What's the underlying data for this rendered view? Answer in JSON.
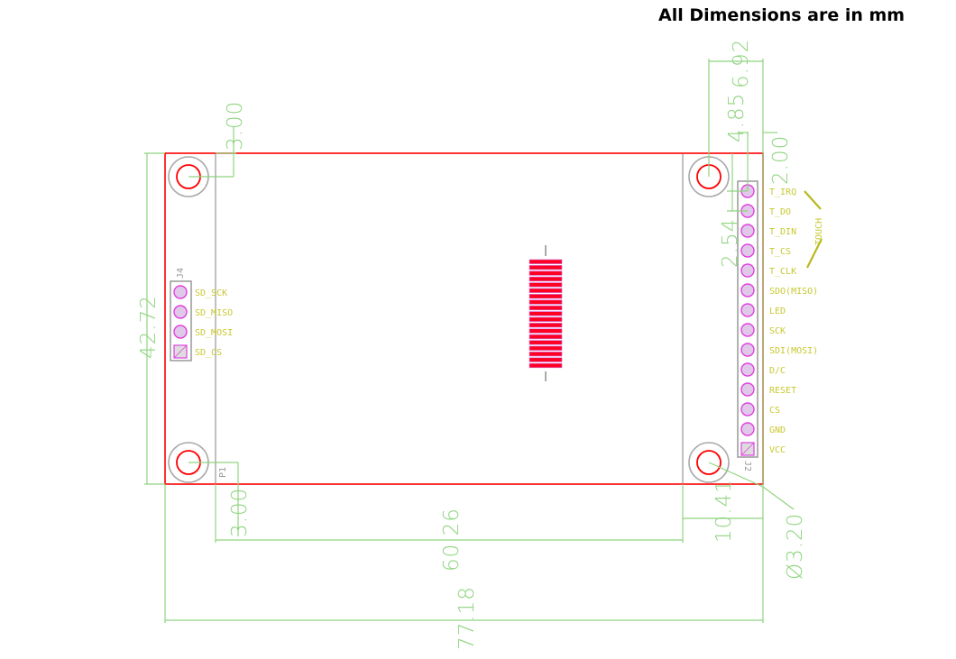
{
  "title": "All Dimensions are in mm",
  "dimensions": {
    "height": "42.72",
    "top_hole_offset": "3.00",
    "bottom_hole_offset": "3.00",
    "display_width": "60.26",
    "right_margin": "10.41",
    "total_width": "77.18",
    "hole_to_edge": "6.92",
    "header_offset": "4.85",
    "header_edge": "2.00",
    "pin_pitch": "2.54",
    "hole_diameter": "Ø3.20"
  },
  "left_header": {
    "ref": "J4",
    "pins": [
      "SD_SCK",
      "SD_MISO",
      "SD_MOSI",
      "SD_CS"
    ]
  },
  "right_header": {
    "ref": "J2",
    "pins": [
      "T_IRQ",
      "T_DO",
      "T_DIN",
      "T_CS",
      "T_CLK",
      "SDO(MISO)",
      "LED",
      "SCK",
      "SDI(MOSI)",
      "D/C",
      "RESET",
      "CS",
      "GND",
      "VCC"
    ]
  },
  "touch_label": "TOUCH",
  "p1_label": "P1",
  "colors": {
    "board": "#ff0000",
    "dimension": "#8fd47f",
    "pad": "#e040e0",
    "label": "#c8c832"
  }
}
